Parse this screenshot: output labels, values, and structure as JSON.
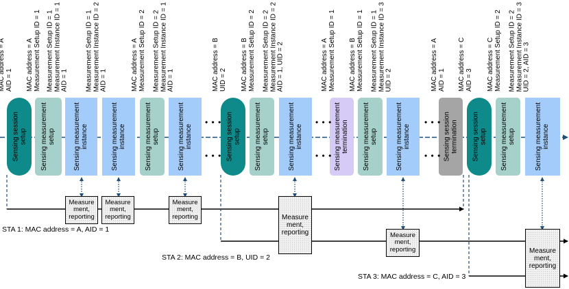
{
  "columns": [
    {
      "label": "MAC address = A\nAID = 1",
      "box": "Sensing session\nsetup",
      "kind": "session-setup"
    },
    {
      "label": "MAC address = A\nMeasurement Setup ID = 1",
      "box": "Sensing measurement\nsetup",
      "kind": "measurement-setup"
    },
    {
      "label": "Measurement Setup ID = 1\nMeasurement Instance ID = 1\nAID = 1",
      "box": "Sensing measurement\ninstance",
      "kind": "measurement-instance"
    },
    {
      "label": "Measurement Setup ID = 1\nMeasurement Instance ID = 2\nAID = 1",
      "box": "Sensing measurement\ninstance",
      "kind": "measurement-instance"
    },
    {
      "label": "MAC address = A\nMeasurement Setup ID = 2",
      "box": "Sensing measurement\nsetup",
      "kind": "measurement-setup"
    },
    {
      "label": "Measurement Setup ID = 2\nMeasurement Instance ID = 1\nAID = 1",
      "box": "Sensing measurement\ninstance",
      "kind": "measurement-instance"
    },
    {
      "label": "MAC address = B\nUID = 2",
      "box": "Sensing session\nsetup",
      "kind": "session-setup"
    },
    {
      "label": "MAC address = B\nMeasurement Setup ID = 2",
      "box": "Sensing measurement\nsetup",
      "kind": "measurement-setup"
    },
    {
      "label": "Measurement Setup ID = 2\nMeasurement Instance ID = 2\nAID = 1, UID = 2",
      "box": "Sensing measurement\ninstance",
      "kind": "measurement-instance"
    },
    {
      "label": "MAC address = A\nMeasurement Setup ID = 1",
      "box": "Sensing measurement\ntermination",
      "kind": "measurement-termination"
    },
    {
      "label": "MAC address = B\nMeasurement Setup ID = 1",
      "box": "Sensing measurement\nsetup",
      "kind": "measurement-setup"
    },
    {
      "label": "Measurement Setup ID = 1\nMeasurement Instance ID = 3\nUID = 2",
      "box": "Sensing measurement\ninstance",
      "kind": "measurement-instance"
    },
    {
      "label": "MAC address = A\nAID = 1",
      "box": "Sensing session\ntermination",
      "kind": "session-termination"
    },
    {
      "label": "MAC address = C\nAID = 3",
      "box": "Sensing session\nsetup",
      "kind": "session-setup"
    },
    {
      "label": "MAC address = C\nMeasurement Setup ID = 2",
      "box": "Sensing measurement\nsetup",
      "kind": "measurement-setup"
    },
    {
      "label": "Measurement Setup ID = 2\nMeasurement Instance ID = 3\nUID = 2, AID = 3",
      "box": "Sensing measurement\ninstance",
      "kind": "measurement-instance"
    }
  ],
  "report_label": "Measure\nment,\nreporting",
  "stations": [
    {
      "label": "STA 1: MAC address = A, AID = 1"
    },
    {
      "label": "STA 2: MAC address = B, UID = 2"
    },
    {
      "label": "STA 3: MAC address = C, AID = 3"
    }
  ],
  "ellipsis": "• • •",
  "colors": {
    "session_setup": "#0e8a8a",
    "measurement_setup": "#a6d1ca",
    "measurement_instance": "#a3ccfb",
    "measurement_termination": "#d6cbf6",
    "session_termination": "#a5a5a5",
    "timeline": "#1f4e79"
  }
}
